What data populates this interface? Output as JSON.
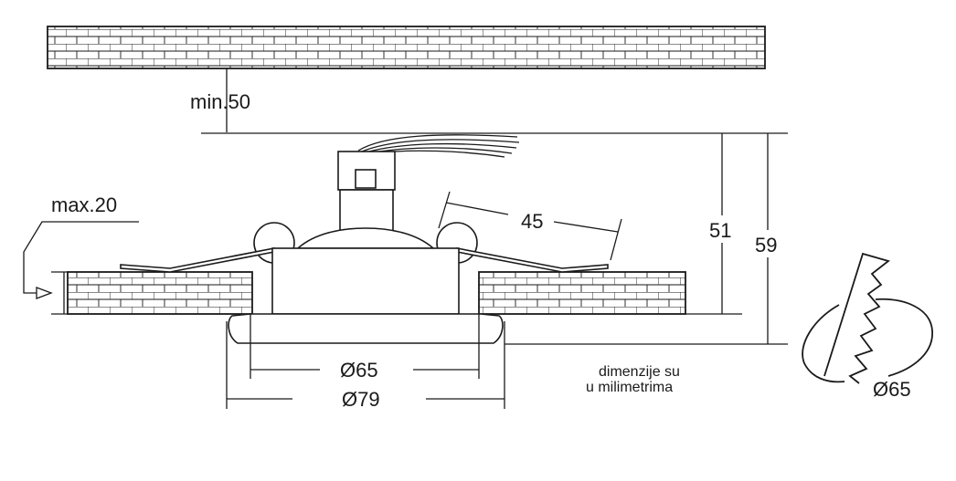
{
  "labels": {
    "min_gap": "min.50",
    "max_thickness": "max.20",
    "spring_length": "45",
    "body_height": "51",
    "total_height": "59",
    "cutout_diameter": "Ø65",
    "outer_diameter": "Ø79",
    "side_cutout_diameter": "Ø65",
    "note_line1": "dimenzije su",
    "note_line2": "u milimetrima"
  }
}
